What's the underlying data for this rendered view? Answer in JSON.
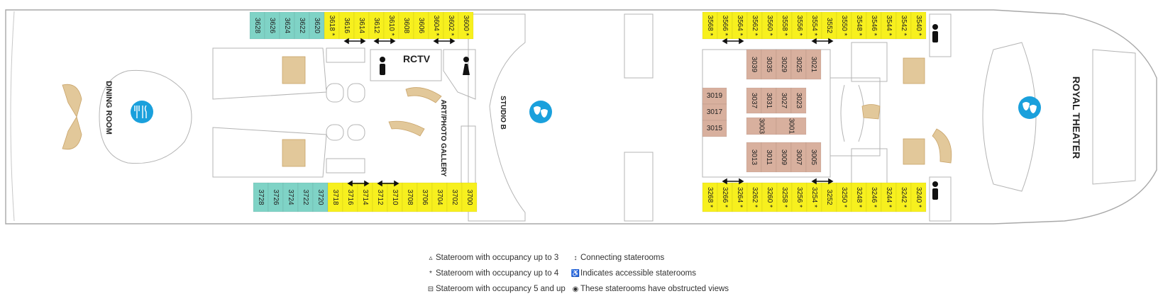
{
  "colors": {
    "teal": "#7fd3c6",
    "yellow": "#f7f01e",
    "tan": "#d8b09e",
    "icon_blue": "#1aa0dc",
    "stairs": "#e2c89a",
    "line": "#a8a8a8",
    "text": "#222222"
  },
  "labels": {
    "dining_room": "DINING ROOM",
    "rctv": "RCTV",
    "art_gallery": "ART/PHOTO GALLERY",
    "studio_b": "STUDIO B",
    "royal_theater": "ROYAL THEATER"
  },
  "icons": [
    "dining-icon",
    "theater-masks-icon",
    "theater-masks-icon",
    "restroom-icon"
  ],
  "cabins": {
    "top_teal": [
      "3628",
      "3626",
      "3624",
      "3622",
      "3620"
    ],
    "top_yellow_left": [
      "3618 *",
      "3616",
      "3614",
      "3612",
      "3610 *",
      "3608",
      "3606",
      "3604 *",
      "3602 *",
      "3600 *"
    ],
    "bottom_teal": [
      "3728",
      "3726",
      "3724",
      "3722",
      "3720"
    ],
    "bottom_yellow_left": [
      "3718",
      "3716",
      "3714",
      "3712",
      "3710",
      "3708",
      "3706",
      "3704",
      "3702",
      "3700"
    ],
    "top_yellow_right": [
      "3568 *",
      "3566 *",
      "3564 *",
      "3562 *",
      "3560 *",
      "3558 *",
      "3556 *",
      "3554 *",
      "3552",
      "3550 *",
      "3548 *",
      "3546 *",
      "3544 *",
      "3542 *",
      "3540 *"
    ],
    "bottom_yellow_right": [
      "3268 *",
      "3266 *",
      "3264 *",
      "3262 *",
      "3260 *",
      "3258 *",
      "3256 *",
      "3254 *",
      "3252",
      "3250 *",
      "3248 *",
      "3246 *",
      "3244 *",
      "3242 *",
      "3240 *"
    ],
    "inner_top": [
      "3039",
      "3035",
      "3029",
      "3025",
      "3021"
    ],
    "inner_mid": [
      "3037",
      "3031",
      "3027",
      "3023"
    ],
    "inner_mid_h": [
      "3003",
      "3001"
    ],
    "inner_left": [
      "3019",
      "3017",
      "3015"
    ],
    "inner_bottom": [
      "3013",
      "3011",
      "3009",
      "3007",
      "3005"
    ]
  },
  "legend": {
    "occ3": "Stateroom with occupancy up to 3",
    "occ4": "Stateroom with occupancy up to 4",
    "occ5": "Stateroom with occupancy 5 and up",
    "connecting": "Connecting staterooms",
    "accessible": "Indicates accessible staterooms",
    "obstructed": "These staterooms have obstructed views"
  }
}
